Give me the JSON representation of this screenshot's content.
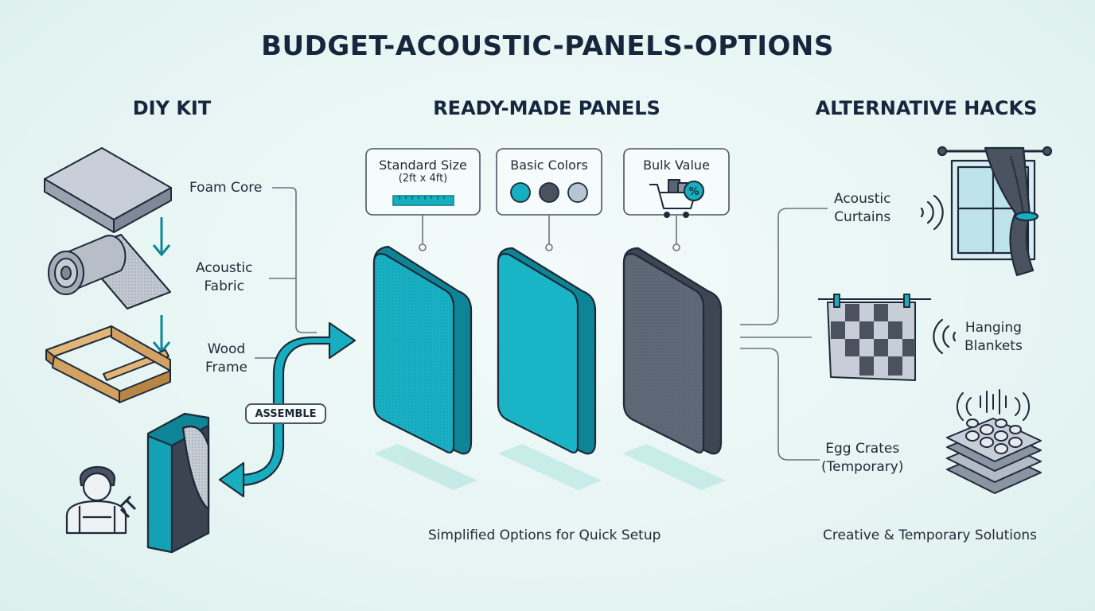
{
  "title": "BUDGET-ACOUSTIC-PANELS-OPTIONS",
  "columns": {
    "diy": {
      "heading": "DIY KIT",
      "items": [
        "Foam Core",
        "Acoustic\nFabric",
        "Wood\nFrame"
      ],
      "action": "ASSEMBLE"
    },
    "ready": {
      "heading": "READY-MADE PANELS",
      "features": [
        {
          "label": "Standard Size",
          "sub": "(2ft x 4ft)"
        },
        {
          "label": "Basic Colors",
          "sub": ""
        },
        {
          "label": "Bulk Value",
          "sub": ""
        }
      ],
      "caption": "Simplified Options for Quick Setup"
    },
    "hacks": {
      "heading": "ALTERNATIVE HACKS",
      "items": [
        "Acoustic\nCurtains",
        "Hanging\nBlankets",
        "Egg Crates\n(Temporary)"
      ],
      "caption": "Creative & Temporary Solutions"
    }
  },
  "colors": {
    "teal": "#17aebf",
    "teal_dark": "#0e8596",
    "gray_panel": "#5b6472",
    "swatches": [
      "#17aebf",
      "#4a5260",
      "#b8c6d3"
    ],
    "outline": "#1e2a3a",
    "background": "#eaf7f6"
  },
  "icons": [
    "foam-core-icon",
    "fabric-roll-icon",
    "wood-frame-icon",
    "worker-icon",
    "ruler-icon",
    "cart-icon",
    "window-curtain-icon",
    "blanket-icon",
    "egg-crate-icon",
    "sound-wave-icon"
  ]
}
